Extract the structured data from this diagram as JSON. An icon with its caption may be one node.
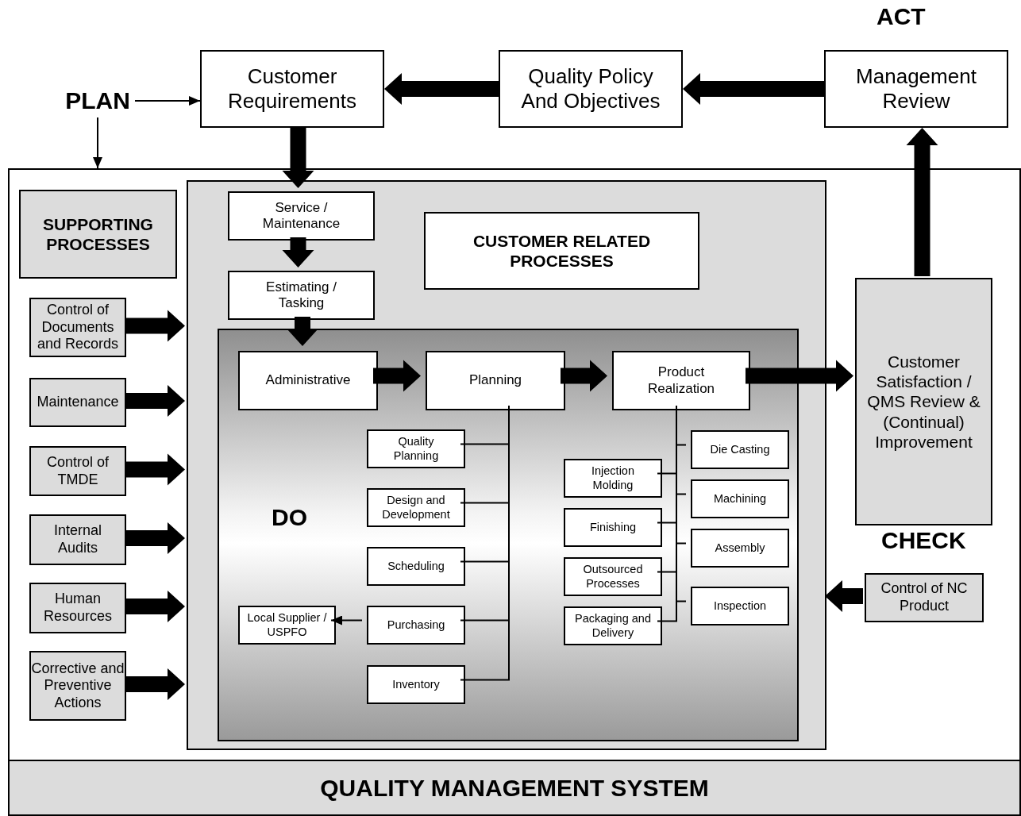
{
  "diagram": {
    "nodes": [
      {
        "text": [
          "Customer Requirements"
        ]
      },
      {
        "text": [
          "Quality Policy And Objectives"
        ]
      },
      {
        "text": [
          "Management Review"
        ]
      },
      {
        "text": [
          "PLAN"
        ]
      },
      {
        "text": [
          "QUALITY MANAGEMENT SYSTEM"
        ]
      },
      {
        "text": [
          "SUPPORTING PROCESSES"
        ],
        "in": 4
      },
      {
        "text": [
          "Control of Documents and Records"
        ],
        "in": 4
      },
      {
        "text": [
          "Maintenance"
        ],
        "in": 4
      },
      {
        "text": [
          "Control of TMDE"
        ],
        "in": 4
      },
      {
        "text": [
          "Internal Audits"
        ],
        "in": 4
      },
      {
        "text": [
          "Human Resources"
        ],
        "in": 4
      },
      {
        "text": [
          "Corrective and Preventive Actions"
        ],
        "in": 4
      },
      {
        "text": [],
        "shape": "box",
        "in": 4
      },
      {
        "text": [
          "CUSTOMER RELATED PROCESSES"
        ],
        "in": 12
      },
      {
        "text": [
          "Service / Maintenance"
        ],
        "in": 12
      },
      {
        "text": [
          "Estimating / Tasking"
        ],
        "in": 12
      },
      {
        "text": [
          "DO"
        ],
        "in": 12
      },
      {
        "text": [
          "Administrative"
        ],
        "in": 16
      },
      {
        "text": [
          "Planning"
        ],
        "in": 16
      },
      {
        "text": [
          "Product Realization"
        ],
        "in": 16
      },
      {
        "text": [
          "Quality Planning"
        ],
        "in": 16
      },
      {
        "text": [
          "Design and Development"
        ],
        "in": 16
      },
      {
        "text": [
          "Scheduling"
        ],
        "in": 16
      },
      {
        "text": [
          "Purchasing"
        ],
        "in": 16
      },
      {
        "text": [
          "Inventory"
        ],
        "in": 16
      },
      {
        "text": [
          "Local Supplier / USPFO"
        ],
        "in": 16
      },
      {
        "text": [
          "Die Casting"
        ],
        "in": 16
      },
      {
        "text": [
          "Injection Molding"
        ],
        "in": 16
      },
      {
        "text": [
          "Machining"
        ],
        "in": 16
      },
      {
        "text": [
          "Finishing"
        ],
        "in": 16
      },
      {
        "text": [
          "Assembly"
        ],
        "in": 16
      },
      {
        "text": [
          "Outsourced Processes"
        ],
        "in": 16
      },
      {
        "text": [
          "Inspection"
        ],
        "in": 16
      },
      {
        "text": [
          "Packaging and Delivery"
        ],
        "in": 16
      },
      {
        "text": [
          "Customer Satisfaction / QMS Review & (Continual) Improvement"
        ],
        "in": 4
      },
      {
        "text": [
          "Control of NC Product"
        ],
        "in": 4
      }
    ],
    "edges": [
      {
        "from": 1,
        "to": 0,
        "arrow": "to",
        "style": "thick"
      },
      {
        "from": 2,
        "to": 1,
        "arrow": "to",
        "style": "thick"
      },
      {
        "from": 3,
        "to": 0,
        "arrow": "to"
      },
      {
        "from": 3,
        "to": 4,
        "arrow": "to"
      },
      {
        "from": 0,
        "to": 14,
        "arrow": "to",
        "style": "thick"
      },
      {
        "from": 14,
        "to": 15,
        "arrow": "to",
        "style": "thick"
      },
      {
        "from": 15,
        "to": 17,
        "arrow": "to",
        "style": "thick"
      },
      {
        "from": 17,
        "to": 18,
        "arrow": "to",
        "style": "thick"
      },
      {
        "from": 18,
        "to": 19,
        "arrow": "to",
        "style": "thick"
      },
      {
        "from": 19,
        "to": 34,
        "arrow": "to",
        "style": "thick"
      },
      {
        "from": 34,
        "to": 2,
        "arrow": "to",
        "style": "thick"
      },
      {
        "from": 35,
        "to": 12,
        "arrow": "to",
        "style": "thick"
      },
      {
        "from": 6,
        "to": 12,
        "arrow": "to",
        "style": "thick"
      },
      {
        "from": 7,
        "to": 12,
        "arrow": "to",
        "style": "thick"
      },
      {
        "from": 8,
        "to": 12,
        "arrow": "to",
        "style": "thick"
      },
      {
        "from": 9,
        "to": 12,
        "arrow": "to",
        "style": "thick"
      },
      {
        "from": 10,
        "to": 12,
        "arrow": "to",
        "style": "thick"
      },
      {
        "from": 11,
        "to": 12,
        "arrow": "to",
        "style": "thick"
      },
      {
        "from": 18,
        "to": 20,
        "arrow": "none"
      },
      {
        "from": 18,
        "to": 21,
        "arrow": "none"
      },
      {
        "from": 18,
        "to": 22,
        "arrow": "none"
      },
      {
        "from": 18,
        "to": 23,
        "arrow": "none"
      },
      {
        "from": 18,
        "to": 24,
        "arrow": "none"
      },
      {
        "from": 23,
        "to": 25,
        "arrow": "to"
      },
      {
        "from": 19,
        "to": 26,
        "arrow": "none"
      },
      {
        "from": 19,
        "to": 27,
        "arrow": "none"
      },
      {
        "from": 19,
        "to": 28,
        "arrow": "none"
      },
      {
        "from": 19,
        "to": 29,
        "arrow": "none"
      },
      {
        "from": 19,
        "to": 30,
        "arrow": "none"
      },
      {
        "from": 19,
        "to": 31,
        "arrow": "none"
      },
      {
        "from": 19,
        "to": 32,
        "arrow": "none"
      },
      {
        "from": 19,
        "to": 33,
        "arrow": "none"
      }
    ],
    "labels": [
      "ACT",
      "CHECK"
    ]
  }
}
